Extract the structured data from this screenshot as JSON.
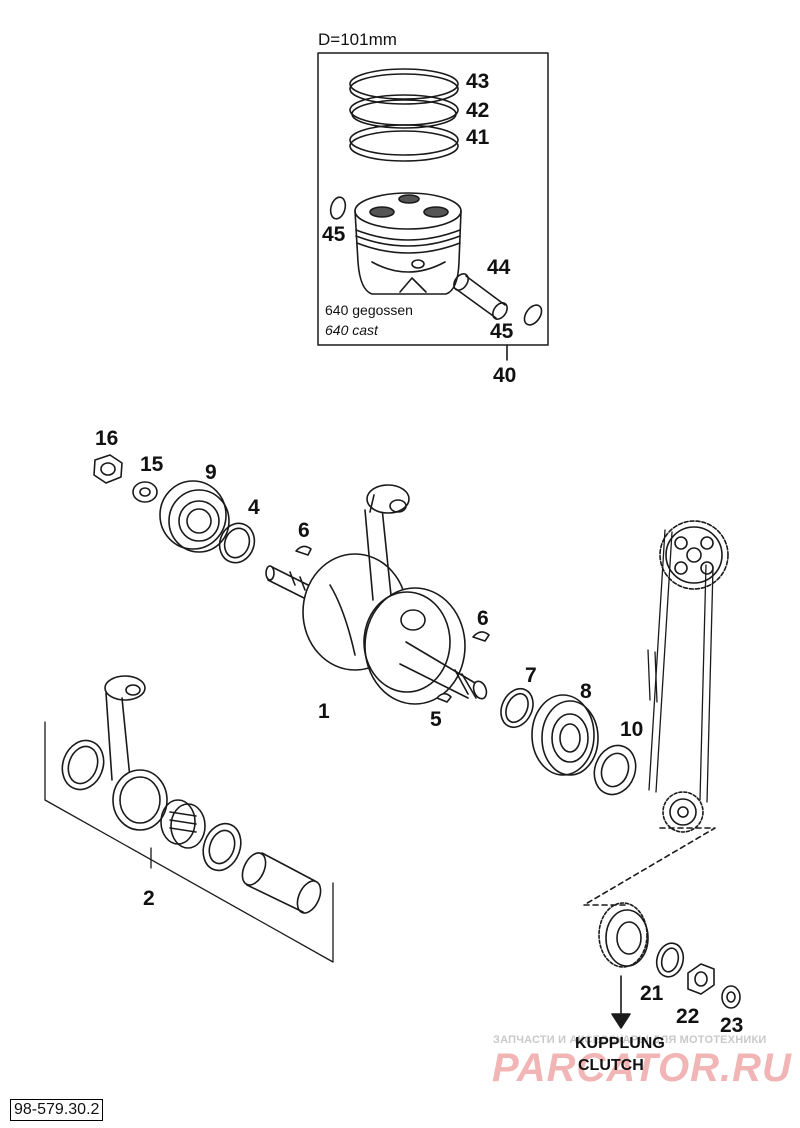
{
  "diameter_label": "D=101mm",
  "piston_note_de": "640 gegossen",
  "piston_note_en": "640 cast",
  "part_numbers": {
    "p1": "1",
    "p2": "2",
    "p4": "4",
    "p5": "5",
    "p6a": "6",
    "p6b": "6",
    "p7": "7",
    "p8": "8",
    "p9": "9",
    "p10": "10",
    "p15": "15",
    "p16": "16",
    "p21": "21",
    "p22": "22",
    "p23": "23",
    "p40": "40",
    "p41": "41",
    "p42": "42",
    "p43": "43",
    "p44": "44",
    "p45a": "45",
    "p45b": "45"
  },
  "clutch_label_de": "KUPPLUNG",
  "clutch_label_en": "CLUTCH",
  "document_id": "98-579.30.2",
  "watermark_line1": "ЗАПЧАСТИ И АКСЕССУАРЫ ДЛЯ МОТОТЕХНИКИ",
  "watermark_line2": "PARCATOR.RU",
  "colors": {
    "line": "#1a1a1a",
    "watermark_red": "#f1b5b5",
    "watermark_gray": "#c9c9c9"
  }
}
